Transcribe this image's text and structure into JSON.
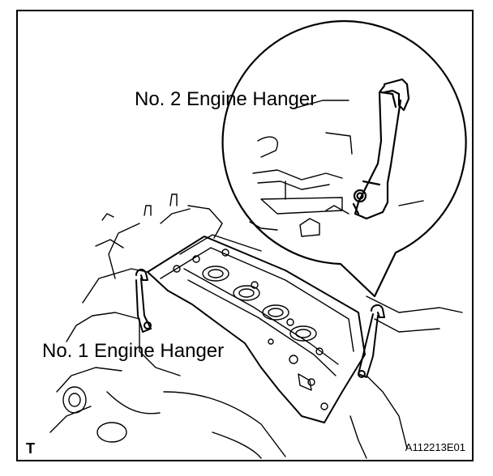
{
  "labels": {
    "hanger_no2": "No. 2 Engine Hanger",
    "hanger_no1": "No. 1 Engine Hanger"
  },
  "corner_mark": "T",
  "figure_id": "A112213E01",
  "colors": {
    "line": "#000000",
    "background": "#ffffff"
  },
  "icons": {
    "hanger_no2": "engine-hanger-icon",
    "hanger_no1": "engine-hanger-icon",
    "bolt": "bolt-icon"
  }
}
